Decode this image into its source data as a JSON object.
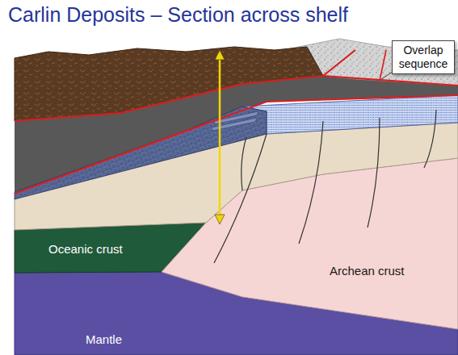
{
  "diagram": {
    "title": "Carlin Deposits – Section across shelf",
    "nodes": [
      {
        "text": [
          "Overlap sequence"
        ]
      }
    ],
    "labels": [
      "Oceanic crust",
      "Archean crust",
      "Mantle"
    ]
  }
}
